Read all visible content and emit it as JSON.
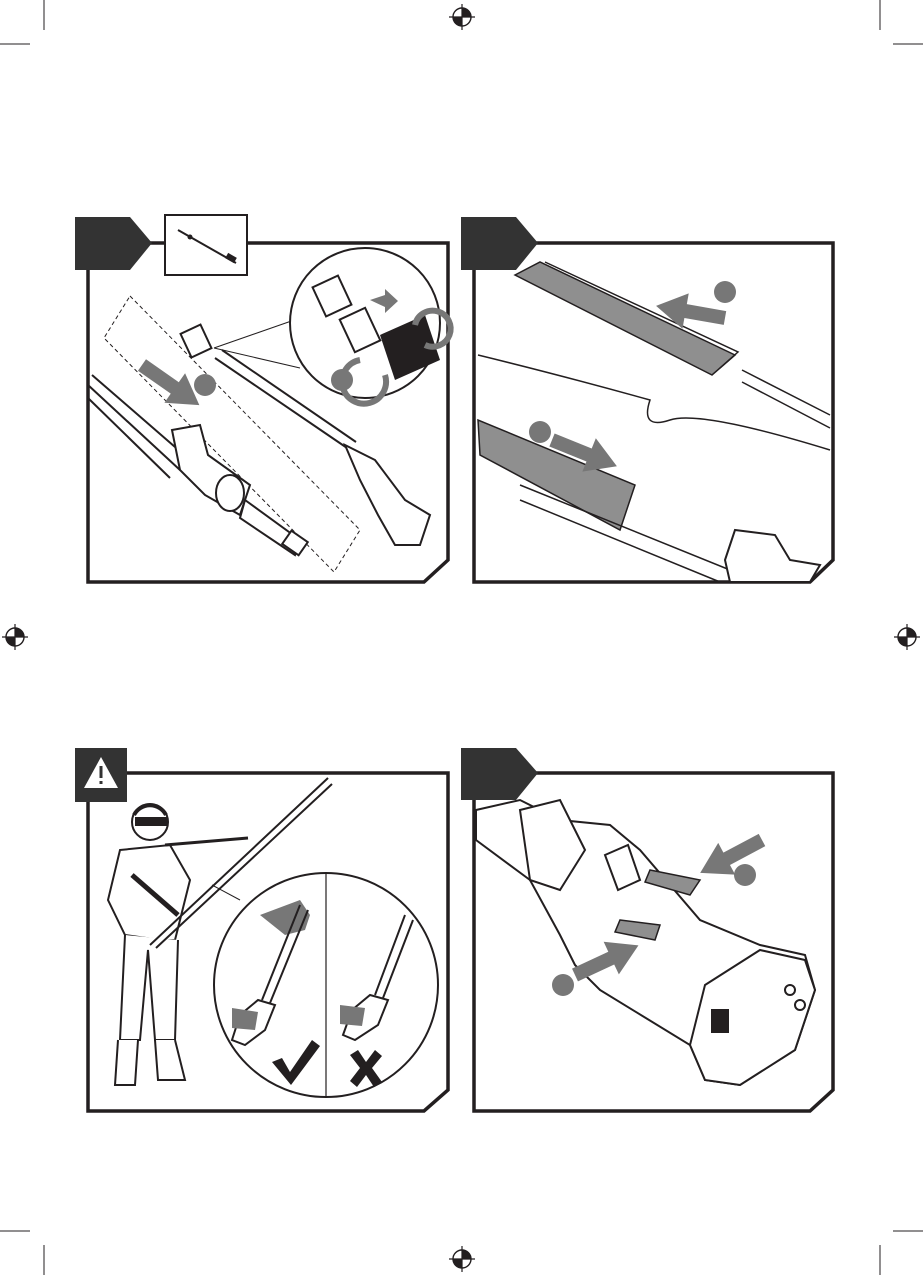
{
  "page": {
    "background": "#ffffff",
    "ink": "#231f20",
    "tab_color": "#333333",
    "arrow_color": "#777777",
    "strip_color": "#8f8f8f"
  },
  "panels": [
    {
      "id": "assemble",
      "tab": "step-tab",
      "icons": [
        "pole-inset-icon",
        "twist-lock-icon",
        "slide-arrow-icon"
      ]
    },
    {
      "id": "blade-cover",
      "tab": "step-tab",
      "icons": [
        "blade-cover-icon",
        "remove-arrow-icon",
        "push-arrow-icon"
      ]
    },
    {
      "id": "safe-handling",
      "tab": "warning-tab",
      "marks": [
        "correct-check-icon",
        "incorrect-cross-icon"
      ]
    },
    {
      "id": "battery-release",
      "tab": "step-tab",
      "icons": [
        "press-arrow-icon",
        "press-arrow-icon"
      ]
    }
  ]
}
